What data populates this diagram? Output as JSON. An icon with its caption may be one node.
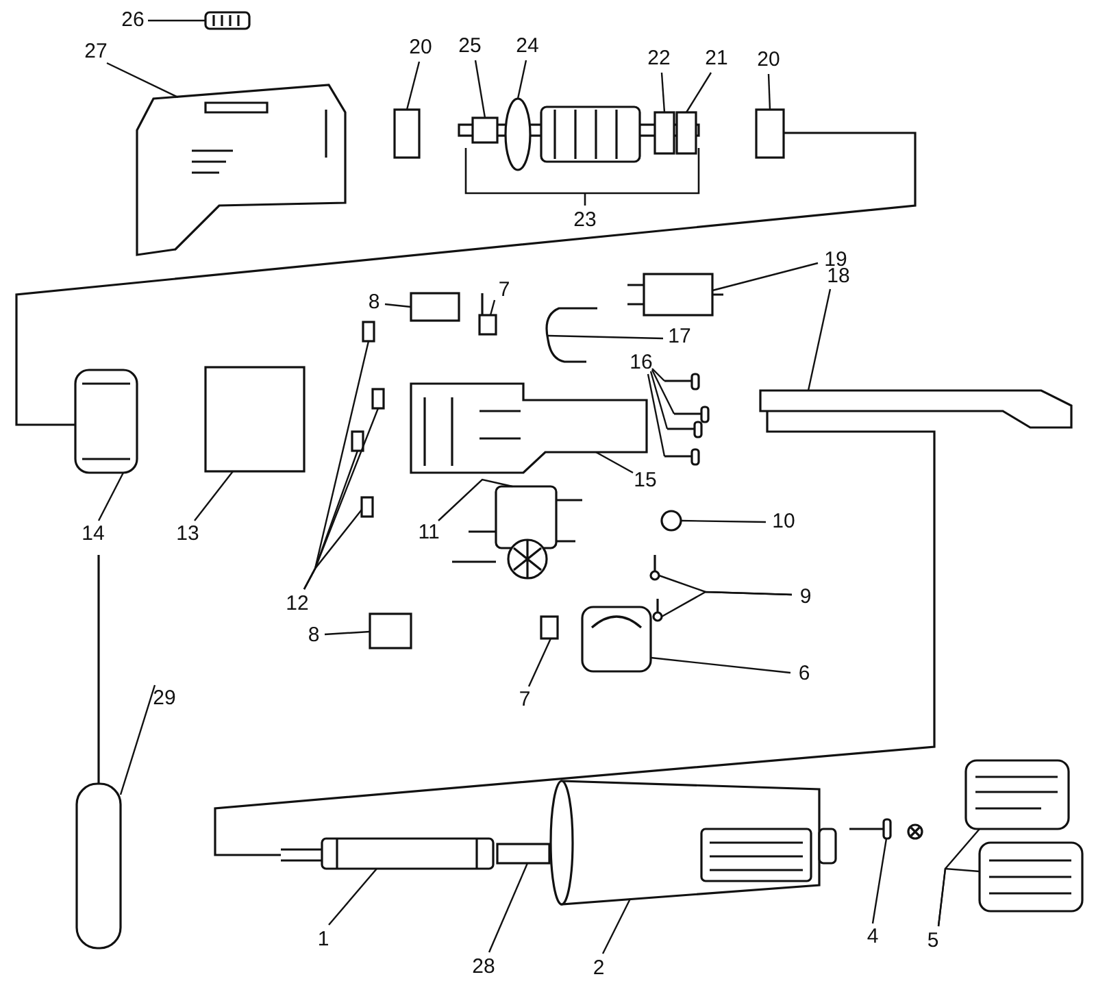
{
  "diagram": {
    "nodes": [
      {
        "text": [
          "26"
        ]
      },
      {
        "text": [
          "27"
        ]
      },
      {
        "text": [
          "20"
        ]
      },
      {
        "text": [
          "25"
        ]
      },
      {
        "text": [
          "24"
        ]
      },
      {
        "text": [
          "22"
        ]
      },
      {
        "text": [
          "21"
        ]
      },
      {
        "text": [
          "20"
        ]
      },
      {
        "text": [
          "19"
        ]
      },
      {
        "text": [
          "7"
        ]
      },
      {
        "text": [
          "8"
        ]
      },
      {
        "text": [
          "18"
        ]
      },
      {
        "text": [
          "17"
        ]
      },
      {
        "text": [
          "16"
        ]
      },
      {
        "text": [
          "15"
        ]
      },
      {
        "text": [
          "10"
        ]
      },
      {
        "text": [
          "11"
        ]
      },
      {
        "text": [
          "14"
        ]
      },
      {
        "text": [
          "13"
        ]
      },
      {
        "text": [
          "9"
        ]
      },
      {
        "text": [
          "12"
        ]
      },
      {
        "text": [
          "8"
        ]
      },
      {
        "text": [
          "6"
        ]
      },
      {
        "text": [
          "7"
        ]
      },
      {
        "text": [
          "29"
        ]
      },
      {
        "text": [
          "1"
        ]
      },
      {
        "text": [
          "28"
        ]
      },
      {
        "text": [
          "2"
        ]
      },
      {
        "text": [
          "4"
        ]
      },
      {
        "text": [
          "5"
        ]
      },
      {
        "text": [],
        "shape": "picture"
      },
      {
        "text": [],
        "shape": "picture"
      },
      {
        "text": [],
        "shape": "box"
      },
      {
        "text": [],
        "shape": "box"
      },
      {
        "text": [],
        "shape": "circle"
      },
      {
        "text": [],
        "shape": "box"
      },
      {
        "text": [],
        "shape": "box"
      },
      {
        "text": [],
        "shape": "box"
      },
      {
        "text": [],
        "shape": "box"
      },
      {
        "text": [],
        "shape": "box"
      },
      {
        "text": [],
        "shape": "box"
      },
      {
        "text": [],
        "shape": "picture"
      },
      {
        "text": [],
        "shape": "picture"
      },
      {
        "text": [],
        "shape": "picture"
      },
      {
        "text": [],
        "shape": "picture"
      },
      {
        "text": [],
        "shape": "picture"
      },
      {
        "text": [],
        "shape": "picture"
      },
      {
        "text": [],
        "shape": "picture"
      },
      {
        "text": [],
        "shape": "circle"
      },
      {
        "text": [],
        "shape": "picture"
      },
      {
        "text": [],
        "shape": "picture"
      },
      {
        "text": [],
        "shape": "box"
      },
      {
        "text": [],
        "shape": "picture"
      },
      {
        "text": [],
        "shape": "picture"
      },
      {
        "text": [],
        "shape": "box"
      },
      {
        "text": [],
        "shape": "box"
      },
      {
        "text": [],
        "shape": "box"
      },
      {
        "text": [],
        "shape": "box"
      },
      {
        "text": [],
        "shape": "box"
      },
      {
        "text": [],
        "shape": "picture"
      },
      {
        "text": [],
        "shape": "box"
      },
      {
        "text": [],
        "shape": "picture"
      },
      {
        "text": [],
        "shape": "picture"
      },
      {
        "text": [],
        "shape": "box"
      },
      {
        "text": [],
        "shape": "picture"
      },
      {
        "text": [],
        "shape": "picture"
      },
      {
        "text": [],
        "shape": "picture"
      },
      {
        "text": [],
        "shape": "picture"
      }
    ],
    "edges": [
      {
        "from": 0,
        "to": 30,
        "arrow": "none"
      },
      {
        "from": 1,
        "to": 31,
        "arrow": "none"
      },
      {
        "from": 2,
        "to": 32,
        "arrow": "none"
      },
      {
        "from": 3,
        "to": 33,
        "arrow": "none"
      },
      {
        "from": 4,
        "to": 34,
        "arrow": "none"
      },
      {
        "from": 5,
        "to": 35,
        "arrow": "none"
      },
      {
        "from": 6,
        "to": 36,
        "arrow": "none"
      },
      {
        "from": 7,
        "to": 37,
        "arrow": "none"
      },
      {
        "from": 8,
        "to": 38,
        "arrow": "none"
      },
      {
        "from": 9,
        "to": 39,
        "arrow": "none"
      },
      {
        "from": 10,
        "to": 40,
        "arrow": "none"
      },
      {
        "from": 11,
        "to": 41,
        "arrow": "none"
      },
      {
        "from": 12,
        "to": 42,
        "arrow": "none"
      },
      {
        "from": 13,
        "to": 43,
        "arrow": "none"
      },
      {
        "from": 13,
        "to": 44,
        "arrow": "none"
      },
      {
        "from": 13,
        "to": 45,
        "arrow": "none"
      },
      {
        "from": 13,
        "to": 46,
        "arrow": "none"
      },
      {
        "from": 14,
        "to": 47,
        "arrow": "none"
      },
      {
        "from": 15,
        "to": 48,
        "arrow": "none"
      },
      {
        "from": 16,
        "to": 49,
        "arrow": "none"
      },
      {
        "from": 17,
        "to": 50,
        "arrow": "none"
      },
      {
        "from": 18,
        "to": 51,
        "arrow": "none"
      },
      {
        "from": 19,
        "to": 52,
        "arrow": "none"
      },
      {
        "from": 19,
        "to": 53,
        "arrow": "none"
      },
      {
        "from": 20,
        "to": 54,
        "arrow": "none"
      },
      {
        "from": 20,
        "to": 55,
        "arrow": "none"
      },
      {
        "from": 20,
        "to": 56,
        "arrow": "none"
      },
      {
        "from": 20,
        "to": 57,
        "arrow": "none"
      },
      {
        "from": 21,
        "to": 58,
        "arrow": "none"
      },
      {
        "from": 22,
        "to": 59,
        "arrow": "none"
      },
      {
        "from": 23,
        "to": 60,
        "arrow": "none"
      },
      {
        "from": 24,
        "to": 61,
        "arrow": "none"
      },
      {
        "from": 25,
        "to": 62,
        "arrow": "none"
      },
      {
        "from": 26,
        "to": 63,
        "arrow": "none"
      },
      {
        "from": 27,
        "to": 64,
        "arrow": "none"
      },
      {
        "from": 28,
        "to": 65,
        "arrow": "none"
      },
      {
        "from": 29,
        "to": 66,
        "arrow": "none"
      },
      {
        "from": 29,
        "to": 67,
        "arrow": "none"
      },
      {
        "from": 37,
        "to": 50,
        "arrow": "none"
      },
      {
        "from": 41,
        "to": 62,
        "arrow": "none"
      }
    ],
    "labels": [
      "23"
    ]
  }
}
